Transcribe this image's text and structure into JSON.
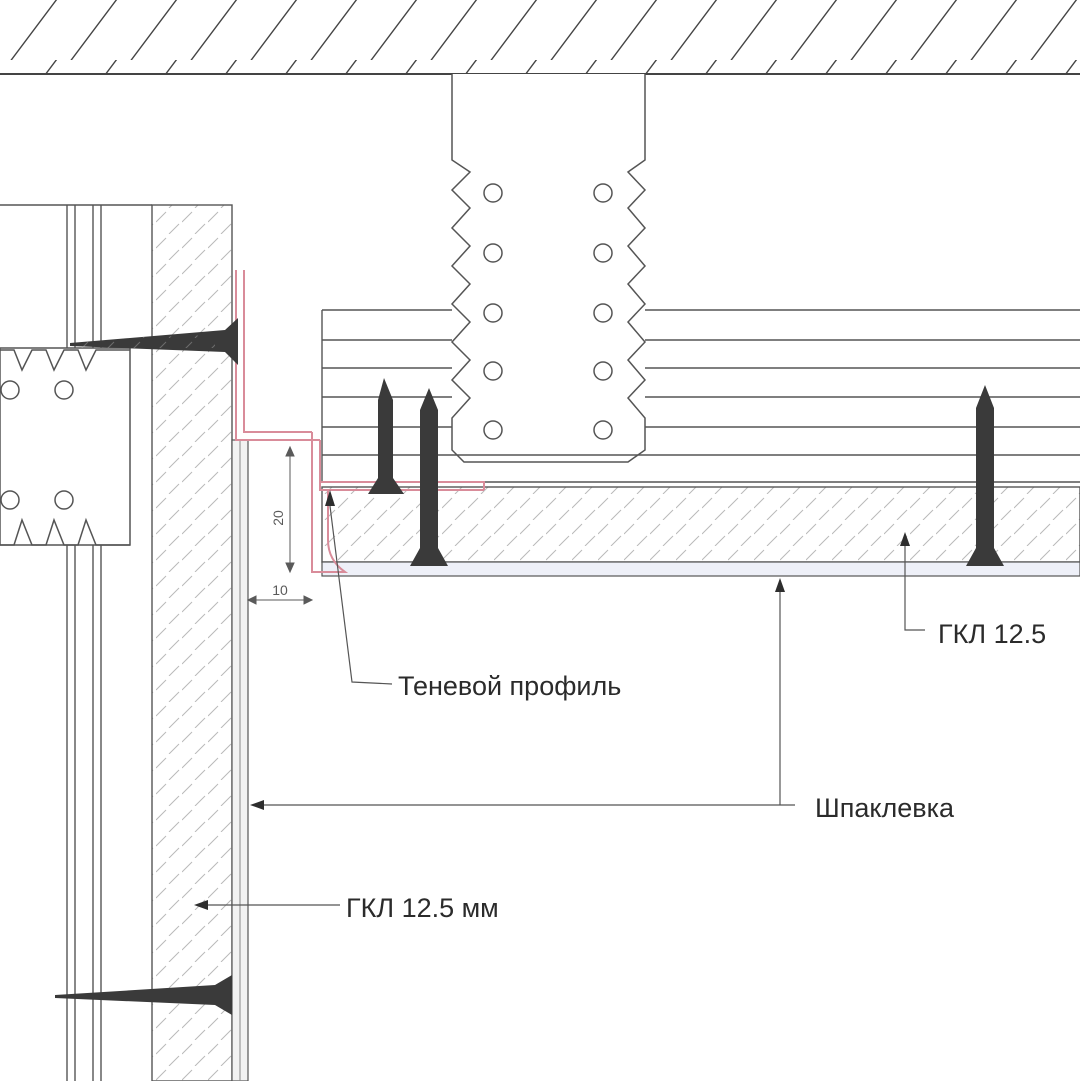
{
  "labels": {
    "shadow_profile": "Теневой профиль",
    "gkl_ceiling": "ГКЛ 12.5",
    "putty": "Шпаклевка",
    "gkl_wall": "ГКЛ 12.5 мм"
  },
  "dimensions": {
    "profile_height": "20",
    "profile_gap": "10"
  },
  "colors": {
    "line": "#555555",
    "dark": "#2e2e2e",
    "profile": "#d98c9a",
    "hatch": "#b9b9b9",
    "board": "#f4f4f4",
    "putty_fill": "#eef0f8"
  }
}
